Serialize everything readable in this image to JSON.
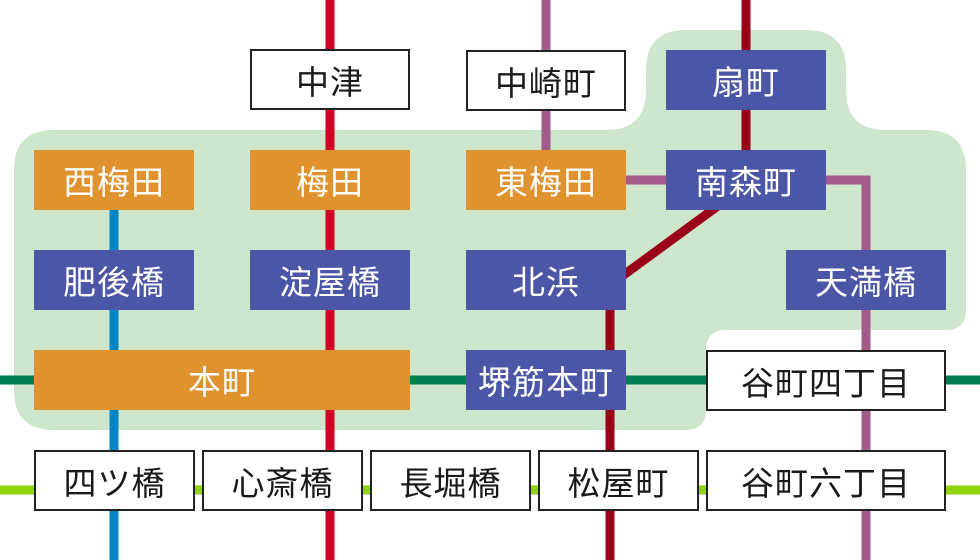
{
  "map": {
    "type": "subway-route-map",
    "zone_color": "#cde6cc",
    "lines": [
      {
        "id": "blue",
        "color": "#0085c4"
      },
      {
        "id": "red",
        "color": "#cf0021"
      },
      {
        "id": "purple",
        "color": "#a45b8c"
      },
      {
        "id": "darkred",
        "color": "#9a0017"
      },
      {
        "id": "green",
        "color": "#007d55"
      },
      {
        "id": "lime",
        "color": "#8fd400"
      }
    ],
    "stations": [
      {
        "id": "nakatsu",
        "name": "中津",
        "style": "white"
      },
      {
        "id": "nakazakicho",
        "name": "中崎町",
        "style": "white"
      },
      {
        "id": "ogimachi",
        "name": "扇町",
        "style": "blue"
      },
      {
        "id": "nishi-umeda",
        "name": "西梅田",
        "style": "orange"
      },
      {
        "id": "umeda",
        "name": "梅田",
        "style": "orange"
      },
      {
        "id": "higashi-umeda",
        "name": "東梅田",
        "style": "orange"
      },
      {
        "id": "minami-morimachi",
        "name": "南森町",
        "style": "blue"
      },
      {
        "id": "higobashi",
        "name": "肥後橋",
        "style": "blue"
      },
      {
        "id": "yodoyabashi",
        "name": "淀屋橋",
        "style": "blue"
      },
      {
        "id": "kitahama",
        "name": "北浜",
        "style": "blue"
      },
      {
        "id": "temmabashi",
        "name": "天満橋",
        "style": "blue"
      },
      {
        "id": "hommachi",
        "name": "本町",
        "style": "orange"
      },
      {
        "id": "sakaisuji-hommachi",
        "name": "堺筋本町",
        "style": "blue"
      },
      {
        "id": "tanimachi-4",
        "name": "谷町四丁目",
        "style": "white"
      },
      {
        "id": "yotsubashi",
        "name": "四ツ橋",
        "style": "white"
      },
      {
        "id": "shinsaibashi",
        "name": "心斎橋",
        "style": "white"
      },
      {
        "id": "nagahoribashi",
        "name": "長堀橋",
        "style": "white"
      },
      {
        "id": "matsuyamachi",
        "name": "松屋町",
        "style": "white"
      },
      {
        "id": "tanimachi-6",
        "name": "谷町六丁目",
        "style": "white"
      }
    ]
  }
}
